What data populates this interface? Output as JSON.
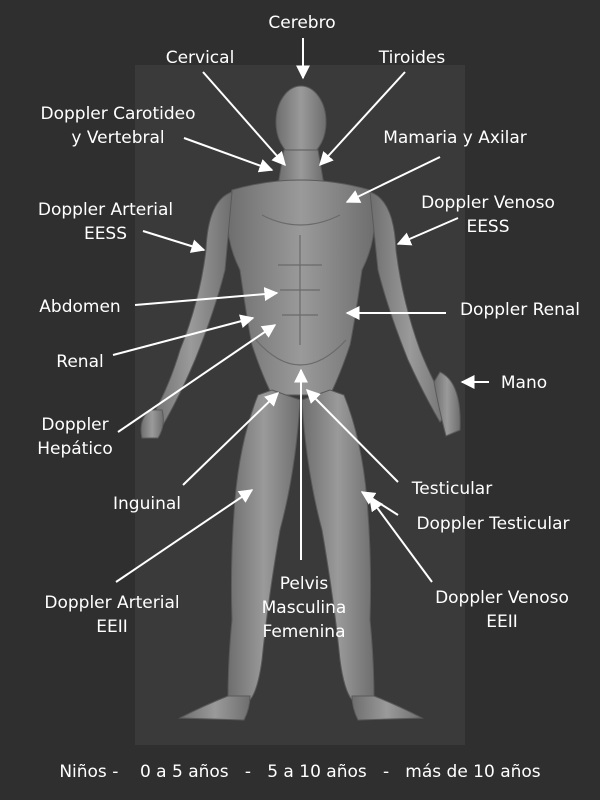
{
  "colors": {
    "background": "#2f2f2f",
    "panel": "#3a3a3a",
    "figure": "#8a8a8a",
    "figure_shade": "#6d6d6d",
    "text": "#ffffff",
    "arrow": "#ffffff"
  },
  "labels": {
    "cerebro": "Cerebro",
    "cervical": "Cervical",
    "tiroides": "Tiroides",
    "doppler_carotideo_1": "Doppler Carotideo",
    "doppler_carotideo_2": "y Vertebral",
    "mamaria": "Mamaria y Axilar",
    "doppler_arterial_eess_1": "Doppler Arterial",
    "doppler_arterial_eess_2": "EESS",
    "doppler_venoso_eess_1": "Doppler Venoso",
    "doppler_venoso_eess_2": "EESS",
    "abdomen": "Abdomen",
    "doppler_renal": "Doppler Renal",
    "renal": "Renal",
    "mano": "Mano",
    "doppler_hepatico_1": "Doppler",
    "doppler_hepatico_2": "Hepático",
    "inguinal": "Inguinal",
    "testicular": "Testicular",
    "doppler_testicular": "Doppler Testicular",
    "pelvis_1": "Pelvis",
    "pelvis_2": "Masculina",
    "pelvis_3": "Femenina",
    "doppler_arterial_eeii_1": "Doppler Arterial",
    "doppler_arterial_eeii_2": "EEII",
    "doppler_venoso_eeii_1": "Doppler Venoso",
    "doppler_venoso_eeii_2": "EEII"
  },
  "footer": {
    "text": "Niños -    0 a 5 años   -   5 a 10 años   -   más de 10 años"
  }
}
